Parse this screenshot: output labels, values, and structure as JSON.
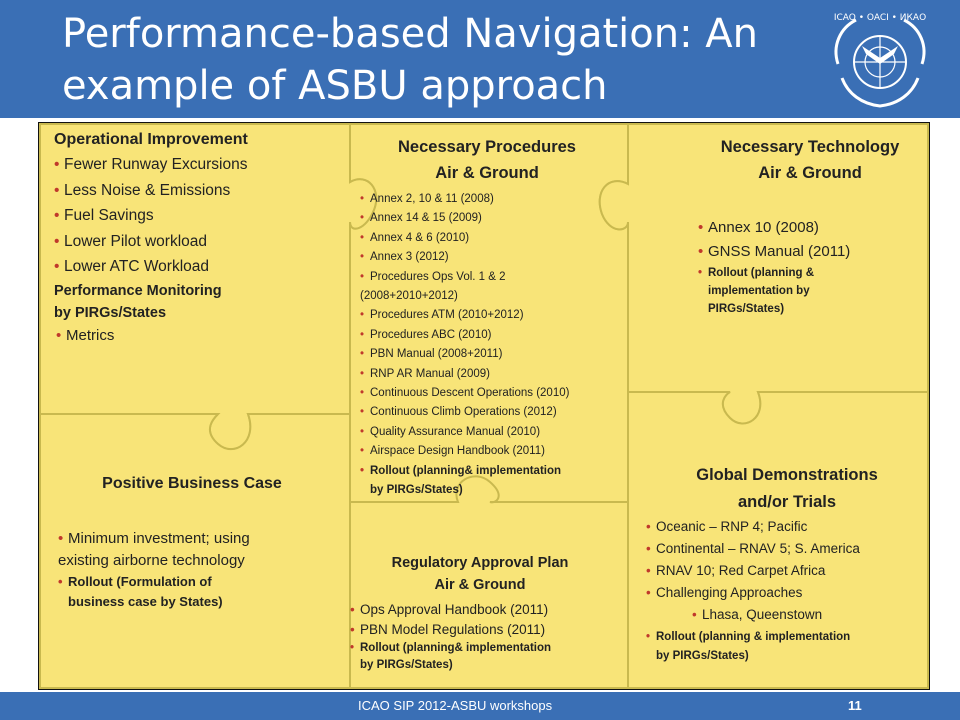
{
  "slide": {
    "title_line1": "Performance-based Navigation: An",
    "title_line2": "example of ASBU approach",
    "logo_text": "ICAO • OACI • ИКАО"
  },
  "colors": {
    "header_blue": "#3a6fb5",
    "piece_yellow": "#f8e478",
    "piece_edge": "#c9b94f",
    "bullet_red": "#c0392b"
  },
  "operational": {
    "heading": "Operational Improvement",
    "items": [
      "Fewer Runway Excursions",
      "Less Noise & Emissions",
      "Fuel Savings",
      "Lower Pilot workload",
      "Lower ATC Workload"
    ],
    "subheading_line1": "Performance Monitoring",
    "subheading_line2": "by PIRGs/States",
    "sub_items": [
      "Metrics"
    ]
  },
  "procedures": {
    "heading_line1": "Necessary Procedures",
    "heading_line2": "Air & Ground",
    "items": [
      "Annex 2, 10 & 11 (2008)",
      "Annex 14 & 15 (2009)",
      "Annex 4 & 6 (2010)",
      "Annex 3 (2012)",
      "Procedures Ops Vol. 1 & 2",
      "(2008+2010+2012)",
      "Procedures ATM (2010+2012)",
      "Procedures ABC (2010)",
      "PBN Manual (2008+2011)",
      "RNP AR Manual (2009)",
      "Continuous Descent Operations (2010)",
      "Continuous Climb Operations (2012)",
      "Quality Assurance Manual (2010)",
      "Airspace Design Handbook (2011)"
    ],
    "rollout_line1": "Rollout (planning& implementation",
    "rollout_line2": "by PIRGs/States)"
  },
  "technology": {
    "heading_line1": "Necessary Technology",
    "heading_line2": "Air & Ground",
    "items": [
      "Annex 10 (2008)",
      "GNSS Manual (2011)"
    ],
    "rollout_line1": "Rollout (planning &",
    "rollout_line2": "implementation by",
    "rollout_line3": "PIRGs/States)"
  },
  "business": {
    "heading": "Positive Business Case",
    "item1_line1": "Minimum investment; using",
    "item1_line2": "existing airborne technology",
    "rollout_line1": "Rollout (Formulation of",
    "rollout_line2": "business case by States)"
  },
  "regulatory": {
    "heading_line1": "Regulatory Approval Plan",
    "heading_line2": "Air & Ground",
    "items": [
      "Ops Approval Handbook (2011)",
      "PBN Model Regulations (2011)"
    ],
    "rollout_line1": "Rollout (planning& implementation",
    "rollout_line2": "by PIRGs/States)"
  },
  "demonstrations": {
    "heading_line1": "Global Demonstrations",
    "heading_line2": "and/or Trials",
    "items": [
      "Oceanic – RNP 4; Pacific",
      "Continental – RNAV 5; S. America",
      "RNAV 10; Red Carpet Africa",
      "Challenging Approaches"
    ],
    "sub_item": "Lhasa, Queenstown",
    "rollout_line1": "Rollout (planning & implementation",
    "rollout_line2": "by PIRGs/States)"
  },
  "footer": {
    "text": "ICAO SIP 2012-ASBU workshops",
    "page": "11"
  }
}
